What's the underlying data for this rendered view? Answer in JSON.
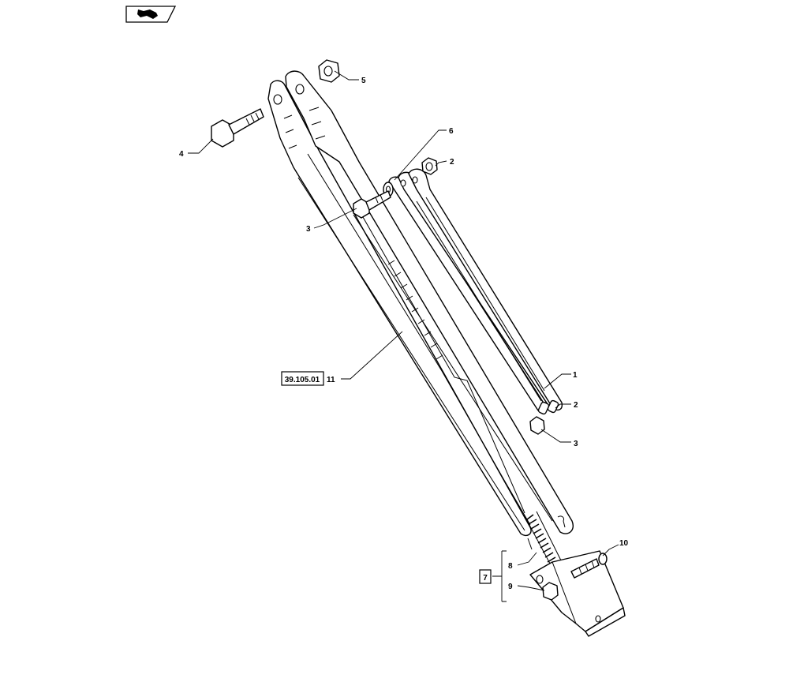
{
  "diagram": {
    "reference_box_label": "39.105.01",
    "group_box_label": "7",
    "callouts": {
      "boom_reference": "11",
      "bolt_upper": "4",
      "nut_upper": "5",
      "washer": "6",
      "nut_mid": "2",
      "bolt_mid": "3",
      "link_bar": "1",
      "nut_lower": "2",
      "bolt_lower": "3",
      "spring": "8",
      "bolt_bracket": "9",
      "bracket": "10"
    }
  },
  "colors": {
    "line": "#000000",
    "background": "#ffffff"
  },
  "icons": {
    "header": "book-hand-icon"
  }
}
